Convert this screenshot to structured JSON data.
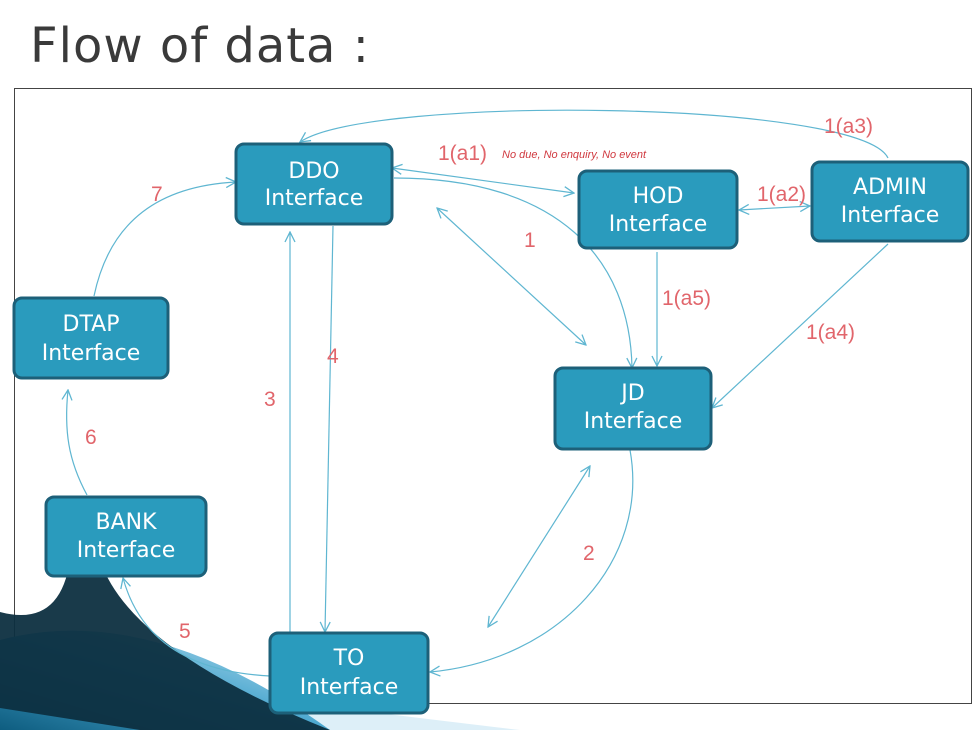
{
  "title": "Flow of data :",
  "nodes": {
    "ddo": {
      "line1": "DDO",
      "line2": "Interface"
    },
    "hod": {
      "line1": "HOD",
      "line2": "Interface"
    },
    "admin": {
      "line1": "ADMIN",
      "line2": "Interface"
    },
    "dtap": {
      "line1": "DTAP",
      "line2": "Interface"
    },
    "jd": {
      "line1": "JD",
      "line2": "Interface"
    },
    "bank": {
      "line1": "BANK",
      "line2": "Interface"
    },
    "to": {
      "line1": "TO",
      "line2": "Interface"
    }
  },
  "edge_labels": {
    "a1": "1(a1)",
    "a1_note": "No due, No enquiry, No event",
    "a2": "1(a2)",
    "a3": "1(a3)",
    "a4": "1(a4)",
    "a5": "1(a5)",
    "e1": "1",
    "e2": "2",
    "e3": "3",
    "e4": "4",
    "e5": "5",
    "e6": "6",
    "e7": "7"
  },
  "colors": {
    "node_fill": "#2a9bbd",
    "node_border": "#1d6079",
    "edge": "#5fb6d1",
    "label": "#e1656b"
  }
}
